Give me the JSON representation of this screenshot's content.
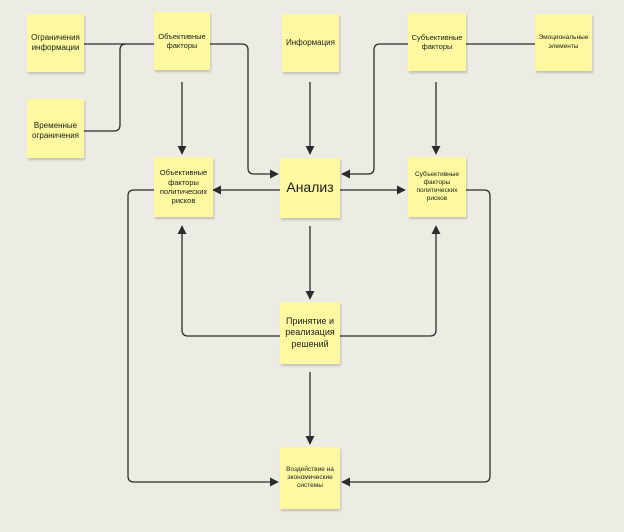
{
  "colors": {
    "background": "#ecece4",
    "note": "#fef9a0",
    "arrow": "#2b2b2b"
  },
  "notes": {
    "info_limits": "Ограничения информации",
    "objective_factors": "Объективные факторы",
    "information": "Информация",
    "subjective_factors": "Субъективные факторы",
    "emotional_elements": "Эмоциональные элементы",
    "time_limits": "Временные ограничения",
    "objective_political_risks": "Объективные факторы политических рисков",
    "analysis": "Анализ",
    "subjective_political_risks": "Субъективные факторы политических рисков",
    "decision": "Принятие и реализация решений",
    "economic_impact": "Воздействие на экономические системы"
  }
}
